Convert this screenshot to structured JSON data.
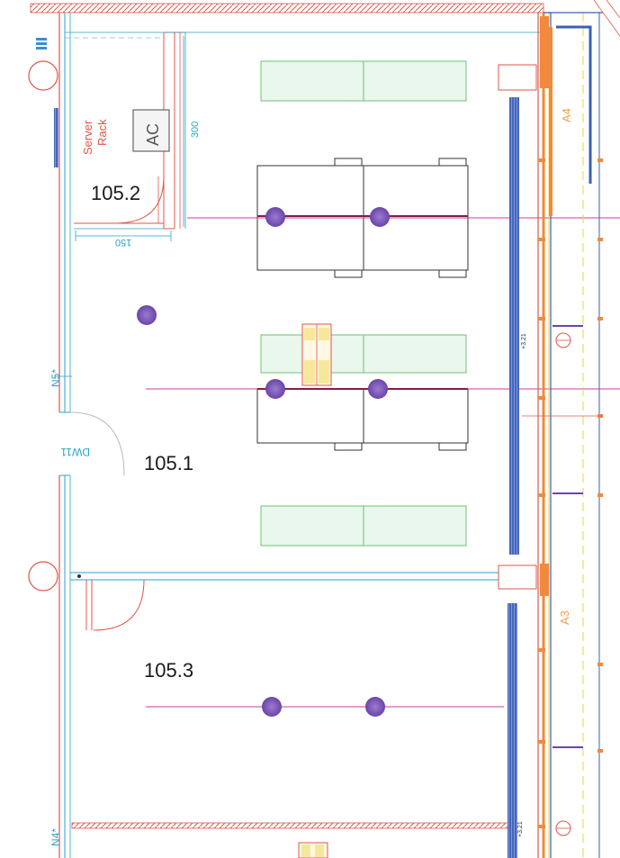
{
  "rooms": {
    "r1052": "105.2",
    "r1051": "105.1",
    "r1053": "105.3"
  },
  "labels": {
    "server_rack": [
      "Server",
      "Rack"
    ],
    "ac": "AC",
    "dim_300": "300",
    "dim_150": "150",
    "dw11": "DW11",
    "n5": "N5*",
    "n4": "N4*",
    "a4": "A4",
    "a3": "A3",
    "elev_1": "+3.21",
    "elev_2": "+3.21"
  },
  "colors": {
    "wall_red": "#e0564a",
    "wall_orange": "#f08a3c",
    "cyan": "#2aa3c8",
    "blue_radiator": "#3b5fb5",
    "magenta": "#d6399a",
    "purple_light": "#7b57b8",
    "green_desk": "#6cc27a",
    "yellow": "#f2d23a"
  }
}
